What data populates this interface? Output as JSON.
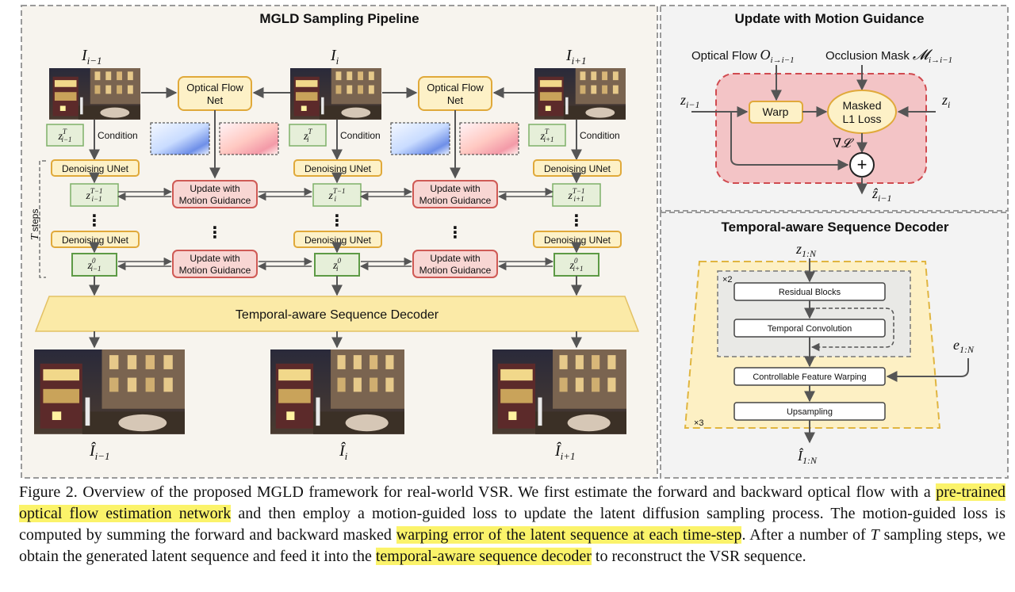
{
  "panels": {
    "pipeline_title": "MGLD Sampling Pipeline",
    "update_title": "Update with Motion Guidance",
    "decoder_title": "Temporal-aware Sequence Decoder"
  },
  "frames": {
    "input_labels": [
      {
        "base": "I",
        "sub": "i−1"
      },
      {
        "base": "I",
        "sub": "i"
      },
      {
        "base": "I",
        "sub": "i+1"
      }
    ],
    "output_labels": [
      {
        "base": "Î",
        "sub": "i−1"
      },
      {
        "base": "Î",
        "sub": "i"
      },
      {
        "base": "Î",
        "sub": "i+1"
      }
    ],
    "latent_T": [
      {
        "base": "z",
        "sub": "i−1",
        "sup": "T"
      },
      {
        "base": "z",
        "sub": "i",
        "sup": "T"
      },
      {
        "base": "z",
        "sub": "i+1",
        "sup": "T"
      }
    ],
    "latent_T1": [
      {
        "base": "z",
        "sub": "i−1",
        "sup": "T−1"
      },
      {
        "base": "z",
        "sub": "i",
        "sup": "T−1"
      },
      {
        "base": "z",
        "sub": "i+1",
        "sup": "T−1"
      }
    ],
    "latent_0": [
      {
        "base": "z",
        "sub": "i−1",
        "sup": "0"
      },
      {
        "base": "z",
        "sub": "i",
        "sup": "0"
      },
      {
        "base": "z",
        "sub": "i+1",
        "sup": "0"
      }
    ],
    "ellipsis": "⋮"
  },
  "blocks": {
    "optical_flow_line1": "Optical Flow",
    "optical_flow_line2": "Net",
    "condition": "Condition",
    "denoising_unet": "Denoising UNet",
    "update_line1": "Update with",
    "update_line2": "Motion Guidance",
    "sequence_decoder": "Temporal-aware Sequence Decoder",
    "t_steps_var": "T",
    "t_steps_word": "steps"
  },
  "motion": {
    "optical_flow_label": "Optical Flow",
    "optical_flow_symbol": "O",
    "optical_flow_sub": "i→i−1",
    "occlusion_label": "Occlusion Mask",
    "occlusion_symbol": "𝓜",
    "occlusion_sub": "i→i−1",
    "z_left": "z",
    "z_left_sub": "i−1",
    "z_right": "z",
    "z_right_sub": "i",
    "warp": "Warp",
    "loss_line1": "Masked",
    "loss_line2": "L1 Loss",
    "grad": "∇𝓛",
    "plus": "+",
    "output": "ẑ",
    "output_sub": "i−1"
  },
  "decoder": {
    "input": "z",
    "input_sub": "1:N",
    "residual": "Residual Blocks",
    "temporal_conv": "Temporal Convolution",
    "cfw": "Controllable Feature Warping",
    "upsampling": "Upsampling",
    "times2": "×2",
    "times3": "×3",
    "e_label": "e",
    "e_sub": "1:N",
    "output": "Î",
    "output_sub": "1:N"
  },
  "caption": {
    "p1": "Figure 2. Overview of the proposed MGLD framework for real-world VSR. We first estimate the forward and backward optical flow with a ",
    "h1": "pre-trained optical flow estimation network",
    "p2": " and then employ a motion-guided loss to update the latent diffusion sampling process. The motion-guided loss is computed by summing the forward and backward masked ",
    "h2": "warping error of the latent sequence at each time-step",
    "p3": ". After a number of ",
    "tvar": "T",
    "p4": " sampling steps, we obtain the generated latent sequence and feed it into the ",
    "h3": "temporal-aware sequence decoder",
    "p5": " to reconstruct the VSR sequence."
  },
  "colors": {
    "orange_fill": "#fdf1c7",
    "orange_stroke": "#e0a93a",
    "green_fill": "#e6efd9",
    "green_stroke": "#7fb069",
    "red_fill": "#f8d6d3",
    "red_stroke": "#cf5a55",
    "panel_bg": "#f7f4ee",
    "highlight": "#fbf36a"
  }
}
